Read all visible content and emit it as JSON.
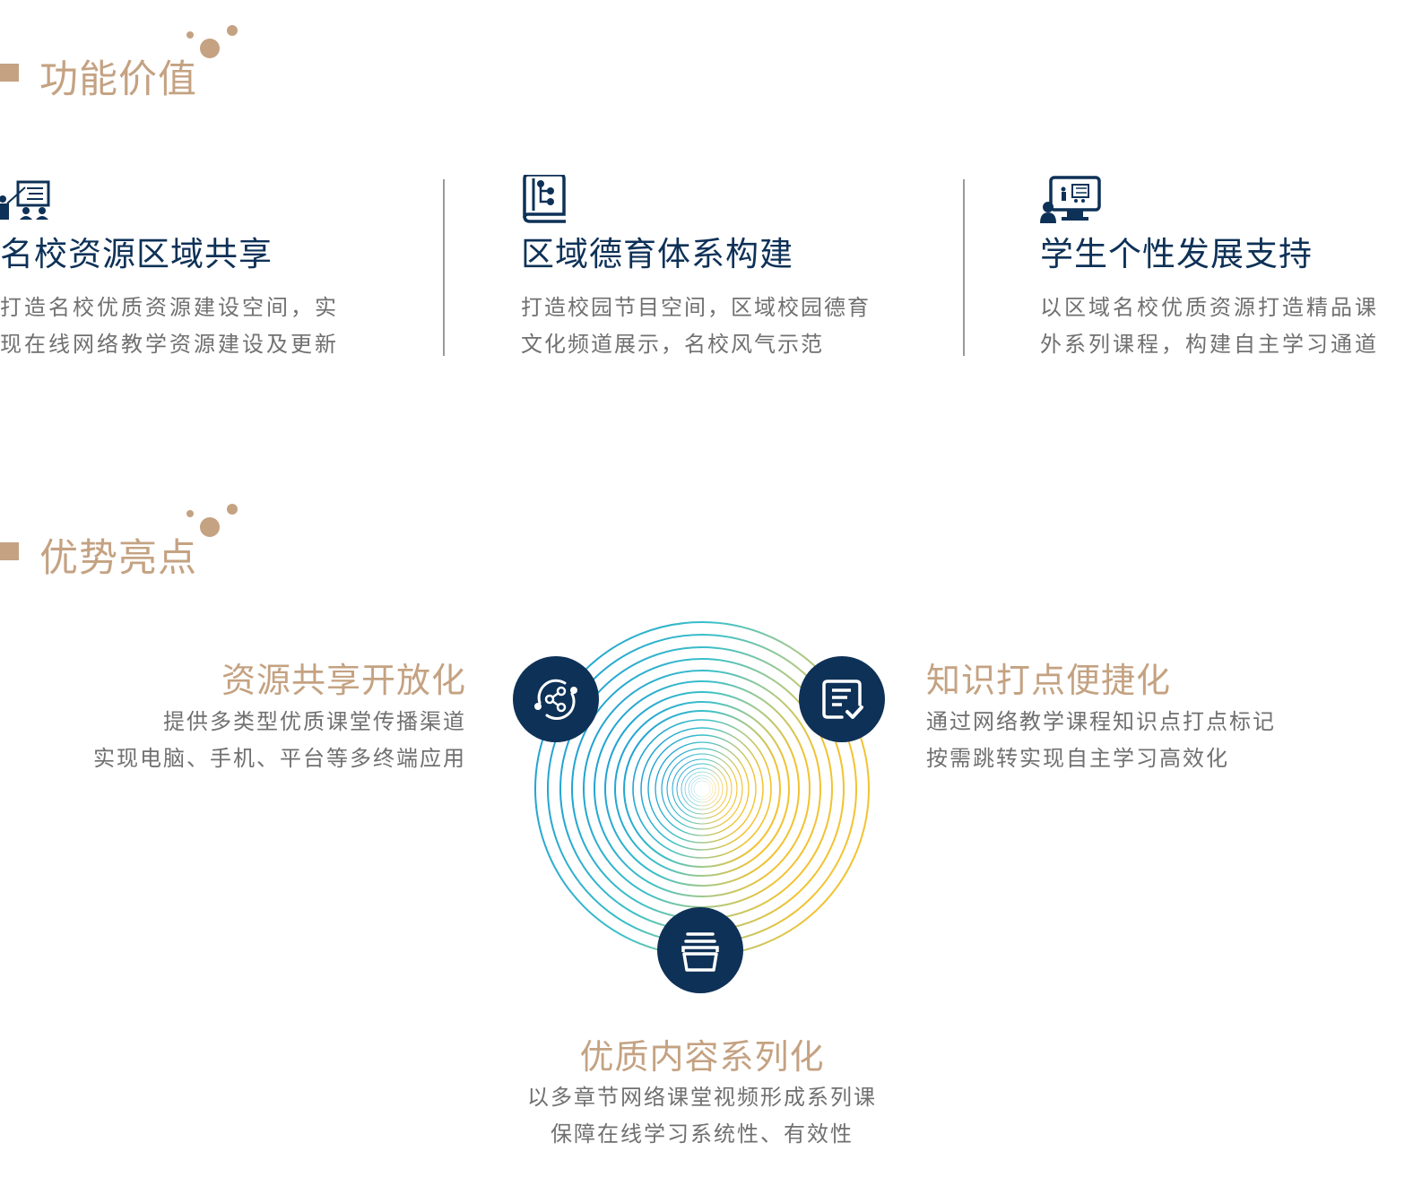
{
  "sections": {
    "function_value": {
      "title": "功能价值"
    },
    "advantages": {
      "title": "优势亮点"
    }
  },
  "features": [
    {
      "icon": "teacher-presentation-icon",
      "title": "名校资源区域共享",
      "desc_lines": [
        "打造名校优质资源建设空间，实",
        "现在线网络教学资源建设及更新"
      ]
    },
    {
      "icon": "book-hierarchy-icon",
      "title": "区域德育体系构建",
      "desc_lines": [
        "打造校园节目空间，区域校园德育",
        "文化频道展示，名校风气示范"
      ]
    },
    {
      "icon": "online-class-monitor-icon",
      "title": "学生个性发展支持",
      "desc_lines": [
        "以区域名校优质资源打造精品课",
        "外系列课程，构建自主学习通道"
      ]
    }
  ],
  "advantages": [
    {
      "icon": "share-cycle-icon",
      "title": "资源共享开放化",
      "desc_lines": [
        "提供多类型优质课堂传播渠道",
        "实现电脑、手机、平台等多终端应用"
      ]
    },
    {
      "icon": "checklist-document-icon",
      "title": "知识打点便捷化",
      "desc_lines": [
        "通过网络教学课程知识点打点标记",
        "按需跳转实现自主学习高效化"
      ]
    },
    {
      "icon": "stacked-archive-icon",
      "title": "优质内容系列化",
      "desc_lines": [
        "以多章节网络课堂视频形成系列课",
        "保障在线学习系统性、有效性"
      ]
    }
  ],
  "colors": {
    "accent_tan": "#c4a282",
    "navy": "#0e3157",
    "body_gray": "#707070",
    "ring_blue": "#1a9ad6",
    "ring_teal": "#3cc0c8",
    "ring_yellow": "#f2c230"
  }
}
